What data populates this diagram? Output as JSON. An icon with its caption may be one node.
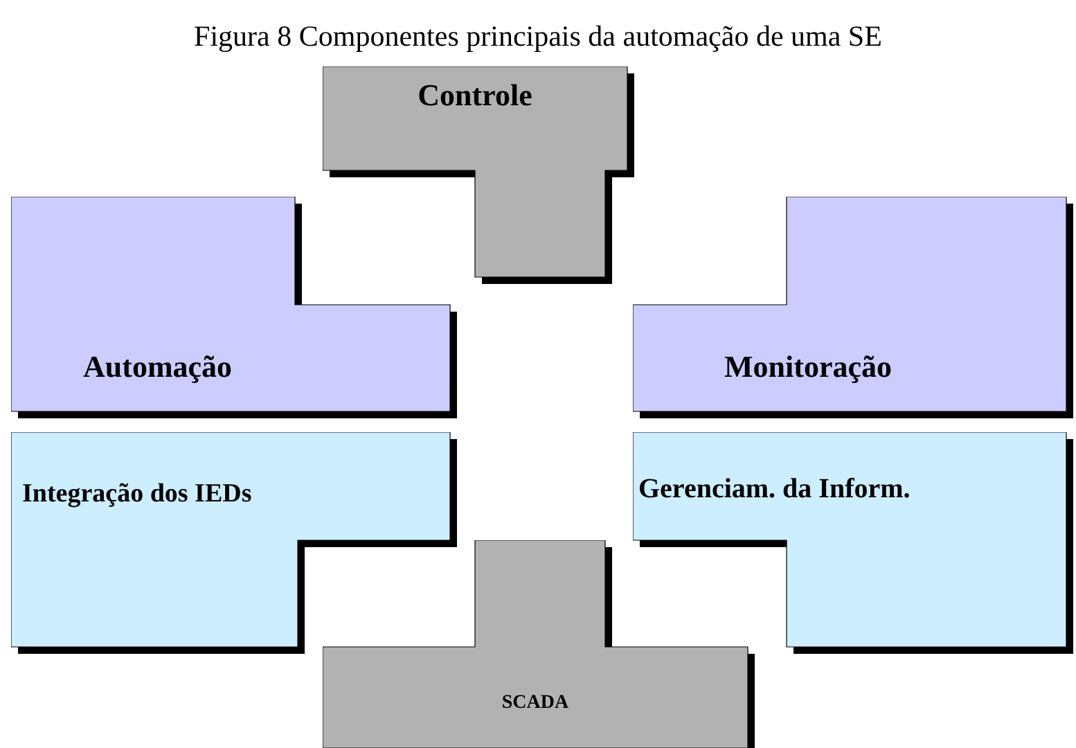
{
  "diagram": {
    "caption": "Figura 8 Componentes principais da automação de uma SE",
    "nodes": [
      {
        "text": [
          "Controle"
        ]
      },
      {
        "text": [
          "Automação"
        ]
      },
      {
        "text": [
          "Monitoração"
        ]
      },
      {
        "text": [
          "Integração dos IEDs"
        ]
      },
      {
        "text": [
          "Gerenciam. da Inform."
        ]
      },
      {
        "text": [
          "SCADA"
        ]
      }
    ],
    "edges": []
  }
}
